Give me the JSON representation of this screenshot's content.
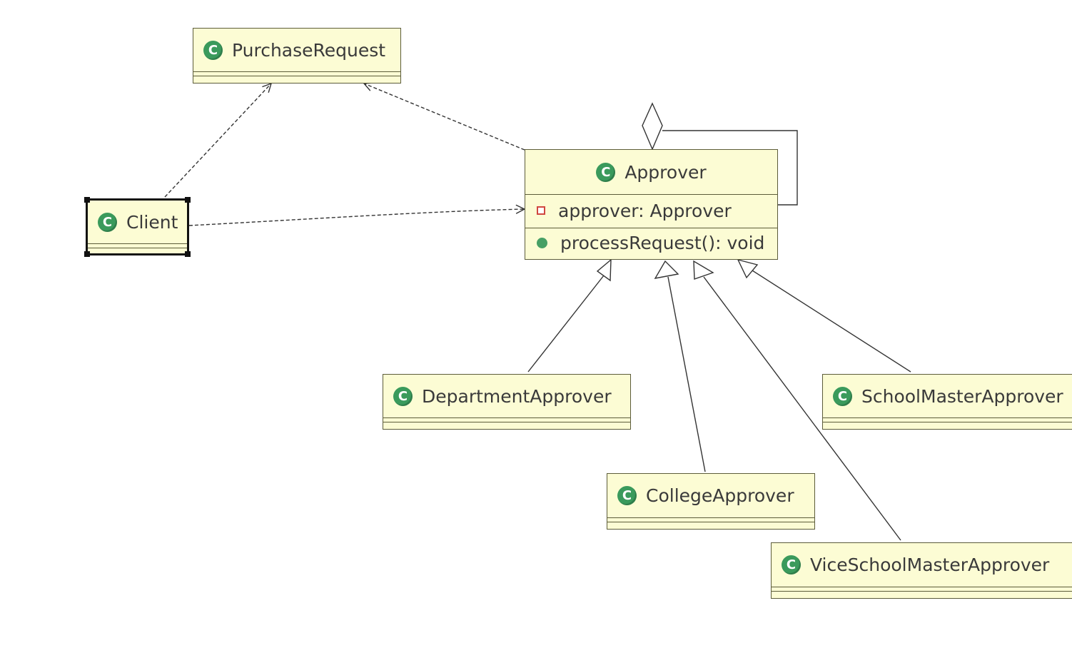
{
  "diagram": {
    "class_icon_glyph": "C",
    "colors": {
      "class_fill": "#fcfcd4",
      "class_border": "#5c5c3a",
      "class_icon": "#3a9a5c",
      "private_icon": "#d0473f",
      "public_icon": "#47a065",
      "edge": "#333333"
    },
    "classes": {
      "purchase_request": {
        "name": "PurchaseRequest",
        "icon": "class-icon"
      },
      "client": {
        "name": "Client",
        "icon": "class-icon",
        "selected": true
      },
      "approver": {
        "name": "Approver",
        "icon": "class-icon",
        "fields": [
          {
            "visibility": "private",
            "text": "approver: Approver"
          }
        ],
        "methods": [
          {
            "visibility": "public",
            "text": "processRequest(): void"
          }
        ]
      },
      "department_approver": {
        "name": "DepartmentApprover",
        "icon": "class-icon"
      },
      "college_approver": {
        "name": "CollegeApprover",
        "icon": "class-icon"
      },
      "vice_school_master_approver": {
        "name": "ViceSchoolMasterApprover",
        "icon": "class-icon"
      },
      "school_master_approver": {
        "name": "SchoolMasterApprover",
        "icon": "class-icon"
      }
    },
    "relationships": [
      {
        "type": "dependency",
        "from": "Client",
        "to": "PurchaseRequest"
      },
      {
        "type": "dependency",
        "from": "Client",
        "to": "Approver"
      },
      {
        "type": "dependency",
        "from": "Approver",
        "to": "PurchaseRequest"
      },
      {
        "type": "aggregation",
        "from": "Approver",
        "to": "Approver"
      },
      {
        "type": "generalization",
        "from": "DepartmentApprover",
        "to": "Approver"
      },
      {
        "type": "generalization",
        "from": "CollegeApprover",
        "to": "Approver"
      },
      {
        "type": "generalization",
        "from": "ViceSchoolMasterApprover",
        "to": "Approver"
      },
      {
        "type": "generalization",
        "from": "SchoolMasterApprover",
        "to": "Approver"
      }
    ]
  }
}
